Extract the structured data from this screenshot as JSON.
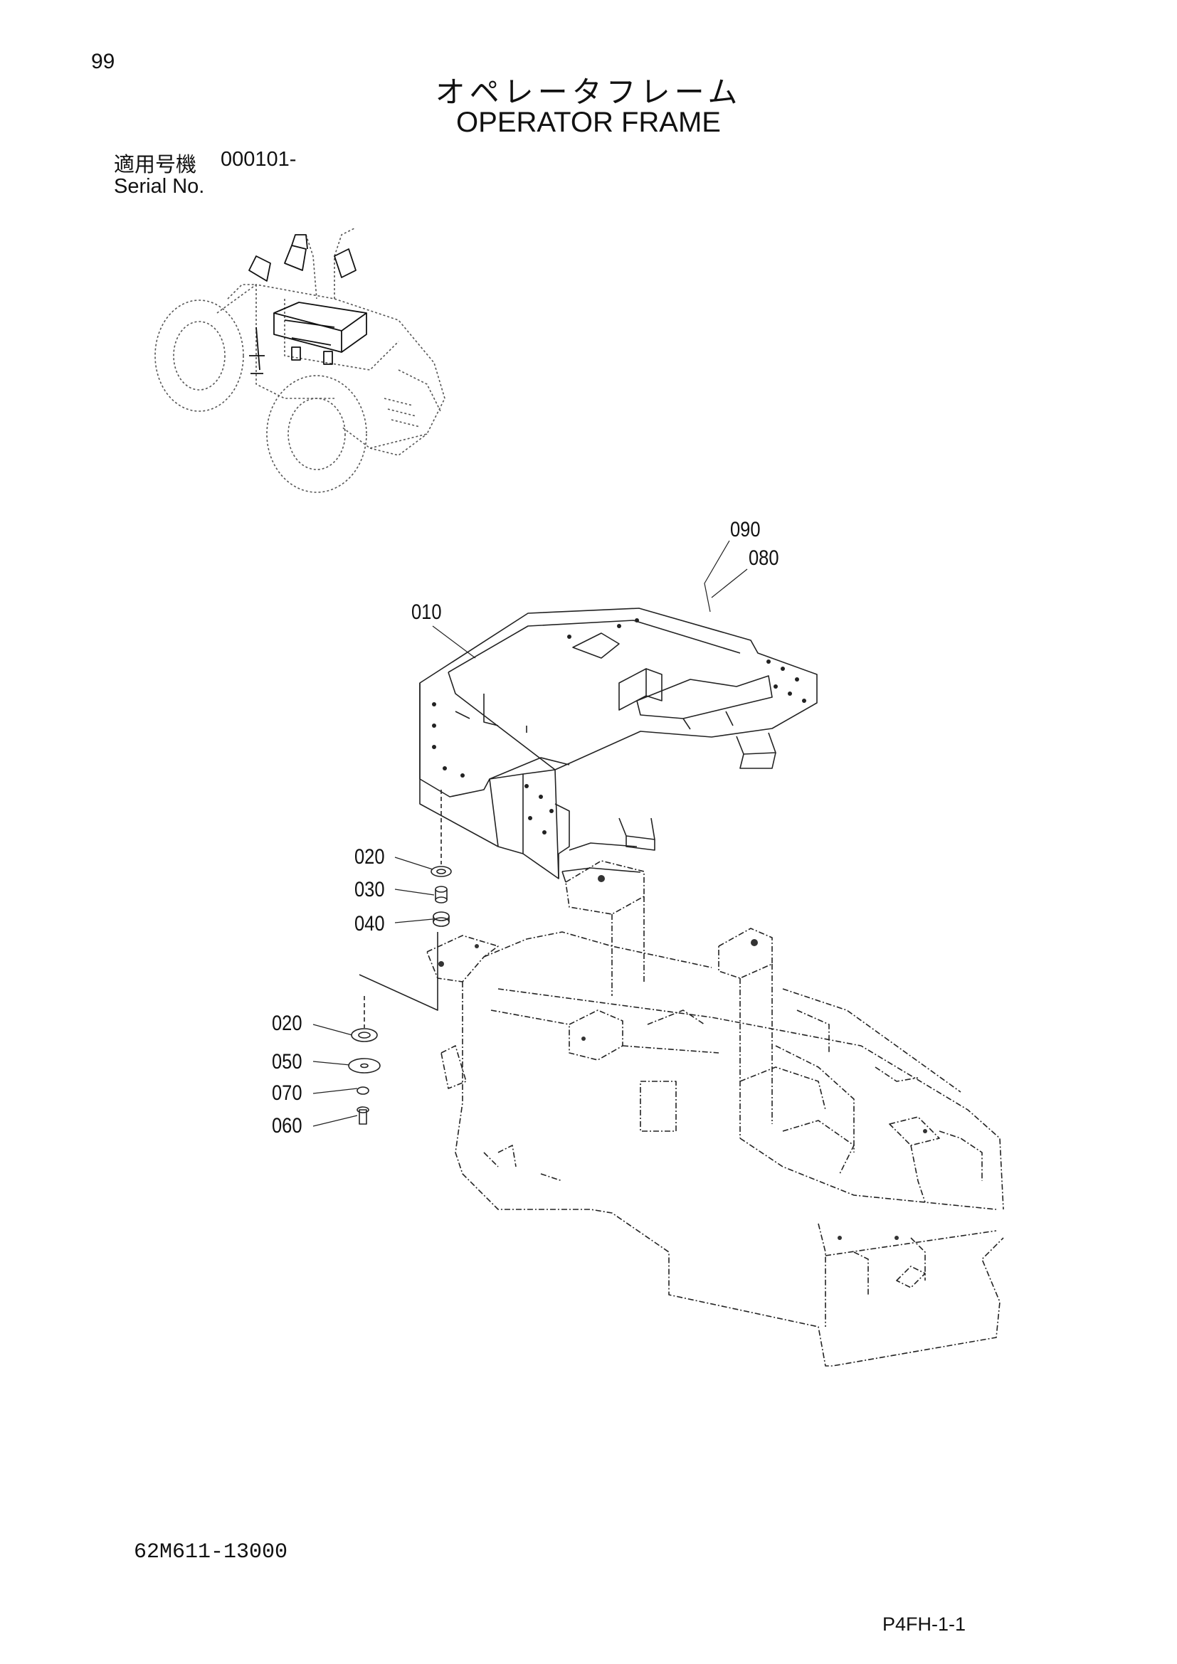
{
  "header": {
    "page_number": "99",
    "title_jp": "オペレータフレーム",
    "title_en": "OPERATOR FRAME",
    "serial_label_jp": "適用号機",
    "serial_value": "000101-",
    "serial_label_en": "Serial No."
  },
  "callouts": {
    "c010": "010",
    "c020_top": "020",
    "c030": "030",
    "c040": "040",
    "c020_bottom": "020",
    "c050": "050",
    "c070": "070",
    "c060": "060",
    "c080": "080",
    "c090": "090"
  },
  "footer": {
    "drawing_number": "62M611-13000",
    "page_code": "P4FH-1-1"
  }
}
